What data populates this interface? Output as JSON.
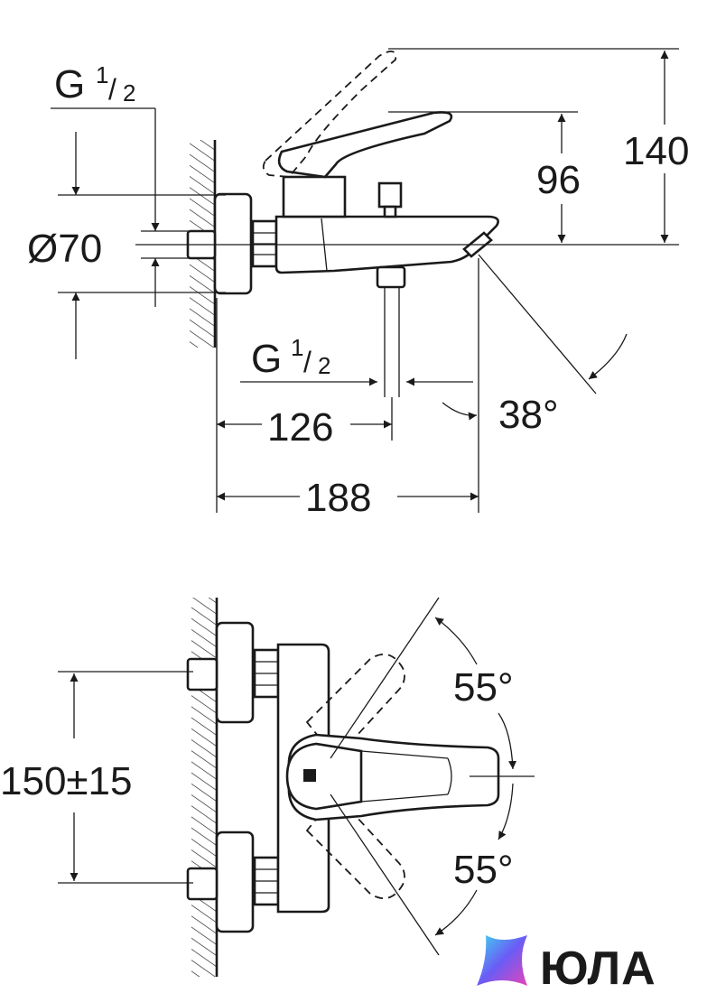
{
  "side_view": {
    "thread_top": {
      "letter": "G",
      "num": "1",
      "den": "2"
    },
    "diameter": "Ø70",
    "thread_bottom": {
      "letter": "G",
      "num": "1",
      "den": "2"
    },
    "dim_126": "126",
    "dim_188": "188",
    "dim_96": "96",
    "dim_140": "140",
    "angle_spout": "38°"
  },
  "top_view": {
    "dim_150": "150±15",
    "angle_up": "55°",
    "angle_down": "55°"
  },
  "logo": {
    "text": "ЮЛА",
    "colors": [
      "#3fd8f0",
      "#6a5cf5",
      "#e545b8"
    ]
  }
}
